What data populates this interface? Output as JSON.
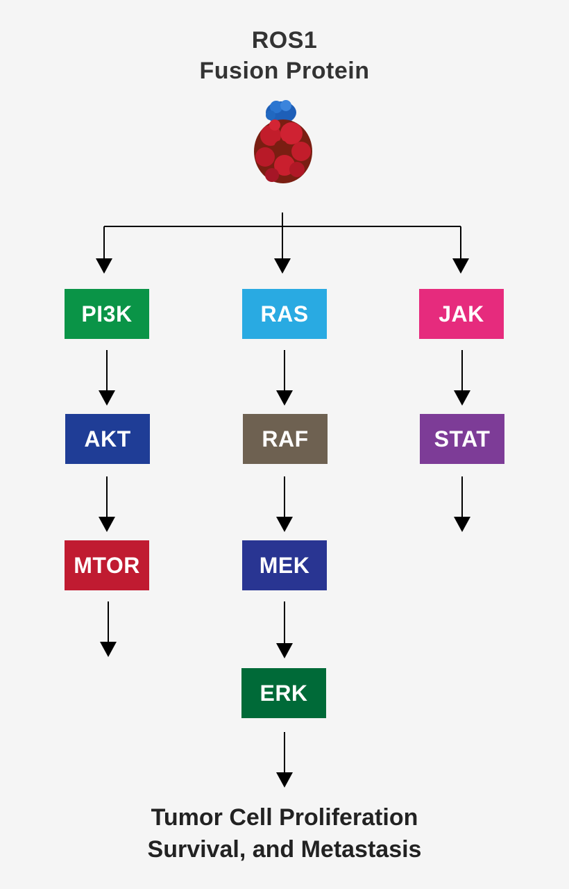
{
  "title": {
    "line1": "ROS1",
    "line2": "Fusion Protein"
  },
  "protein_icon": "protein-structure-icon",
  "nodes": {
    "pi3k": {
      "label": "PI3K",
      "color": "#0a9447"
    },
    "akt": {
      "label": "AKT",
      "color": "#1f3d96"
    },
    "mtor": {
      "label": "MTOR",
      "color": "#c01b31"
    },
    "ras": {
      "label": "RAS",
      "color": "#29aae2"
    },
    "raf": {
      "label": "RAF",
      "color": "#6e6151"
    },
    "mek": {
      "label": "MEK",
      "color": "#293592"
    },
    "erk": {
      "label": "ERK",
      "color": "#006a38"
    },
    "jak": {
      "label": "JAK",
      "color": "#e62b7d"
    },
    "stat": {
      "label": "STAT",
      "color": "#7d3c97"
    }
  },
  "footer": {
    "line1": "Tumor Cell Proliferation",
    "line2": "Survival, and Metastasis"
  }
}
